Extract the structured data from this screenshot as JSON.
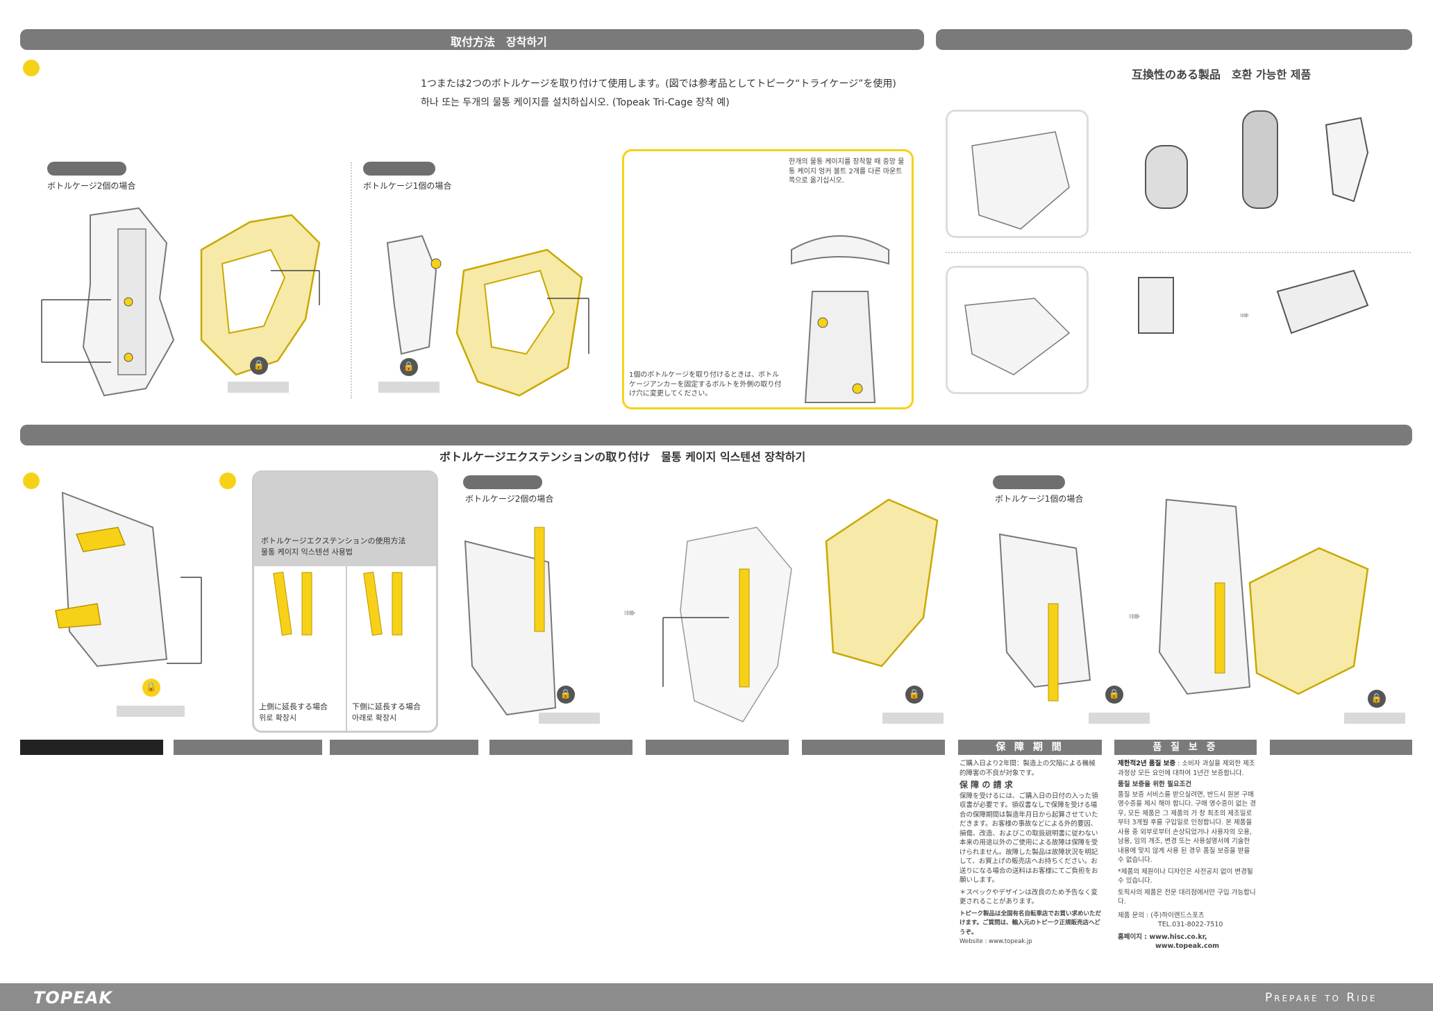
{
  "header_bar": {
    "title": "取付方法　장착하기"
  },
  "right_header_bar": {
    "title": ""
  },
  "intro": {
    "line1": "1つまたは2つのボトルケージを取り付けて使用します。(図では参考品としてトピーク“トライケージ”を使用)",
    "line2": "하나 또는 두개의 물통 케이지를 설치하십시오. (Topeak Tri-Cage 장착 예)"
  },
  "compatible": {
    "title": "互換性のある製品　호환 가능한 제품"
  },
  "section1": {
    "panel_a_label": "ボトルケージ2個の場合",
    "panel_b_label": "ボトルケージ1個の場合",
    "callout_ko": "한개의 물통 케이지를 장착할 때 중앙 물통 케이지 엉커 볼트 2개를 다른 마운트쪽으로 옮기십시오.",
    "callout_ja": "1個のボトルケージを取り付けるときは、ボトルケージアンカーを固定するボルトを外側の取り付け穴に変更してください。"
  },
  "section2": {
    "title": "ボトルケージエクステンションの取り付け　물통 케이지 익스텐션 장착하기",
    "usage_title_ja": "ボトルケージエクステンションの使用方法",
    "usage_title_ko": "물통 케이지 익스텐션 사용법",
    "up_ja": "上側に延長する場合",
    "up_ko": "위로 확장시",
    "down_ja": "下側に延長する場合",
    "down_ko": "아래로 확장시",
    "panel_c_label": "ボトルケージ2個の場合",
    "panel_d_label": "ボトルケージ1個の場合"
  },
  "warranty": {
    "ja_title": "保 障 期 間",
    "ja_p1": "ご購入日より2年間：製造上の欠陥による機械的障害の不良が対象です。",
    "ja_sub": "保 障 の 請 求",
    "ja_p2": "保障を受けるには、ご購入日の日付の入った領収書が必要です。領収書なしで保障を受ける場合の保障期間は製造年月日から起算させていただきます。お客様の事故などによる外的要因、損傷、改造、およびこの取扱説明書に従わない本来の用途以外のご使用による故障は保障を受けられません。故障した製品は故障状況を明記して、お買上げの販売店へお持ちください。お送りになる場合の送料はお客様にてご負担をお願いします。",
    "ja_note": "＊スペックやデザインは改良のため予告なく変更されることがあります。",
    "ja_dealer": "トピーク製品は全国有名自転車店でお買い求めいただけます。ご質問は、輸入元のトピーク正規販売店へどうぞ。",
    "ja_web": "Website : www.topeak.jp",
    "ko_title": "품 질 보 증",
    "ko_p1_bold": "제한적2년 품질 보증",
    "ko_p1": " : 소비자 과실을 제외한 제조과정상 모든 요인에 대하여 1년간 보증합니다.",
    "ko_sub": "품질 보증을 위한 필요조건",
    "ko_p2": "품질 보증 서비스를 받으실려면, 반드시 원본 구매 영수증을 제시 해야 합니다. 구매 영수증이 없는 경우, 모든 제품은 그 제품의 가 창 최초의 제조일로부터 3개월 후를 구입일로 인정합니다. 본 제품을 사용 중 외부로부터 손상되었거나 사용자의 오용, 남용, 임의 개조, 변경 또는 사용설명서에 기술한 내용에 맞지 않게 사용 된 경우 품질 보증을 받을 수 없습니다.",
    "ko_note": "*제품의 제원이나 디자인은 사전공지 없이 변경될 수 있습니다.",
    "ko_p3": "토픽사의 제품은 전문 대리점에서만 구입 가능합니다.",
    "ko_contact1": "제품 문의 : (주)하이랜드스포츠",
    "ko_contact2": "TEL.031-8022-7510",
    "ko_home1": "홈페이지 : www.hisc.co.kr,",
    "ko_home2": "www.topeak.com"
  },
  "footer": {
    "brand": "TOPEAK",
    "tagline": "Prepare to Ride"
  },
  "colors": {
    "accent_yellow": "#f7d117",
    "bar_gray": "#7a7a7a",
    "footer_gray": "#8c8c8c"
  },
  "icons": [
    "lock-icon",
    "arrow-right-icon",
    "bolt-icon"
  ]
}
